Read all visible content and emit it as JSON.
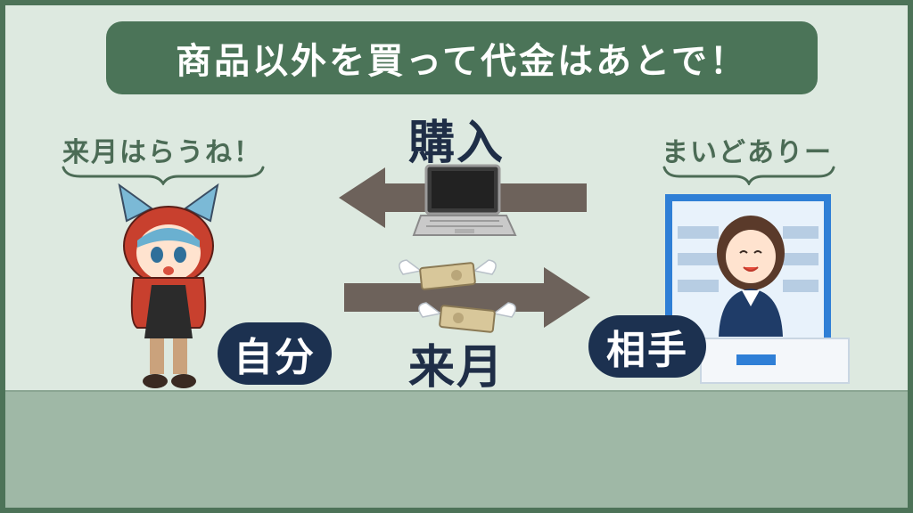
{
  "title": "商品以外を買って代金はあとで！",
  "left_speech": "来月はらうね！",
  "right_speech": "まいどありー",
  "purchase_label": "購入",
  "next_month_label": "来月",
  "self_label": "自分",
  "partner_label": "相手",
  "colors": {
    "frame": "#4d7358",
    "background": "#dde9e0",
    "floor": "#9fb8a6",
    "banner": "#4b7458",
    "arrow": "#6d625b",
    "pill": "#1c3150",
    "text_dark": "#1f2e47"
  }
}
